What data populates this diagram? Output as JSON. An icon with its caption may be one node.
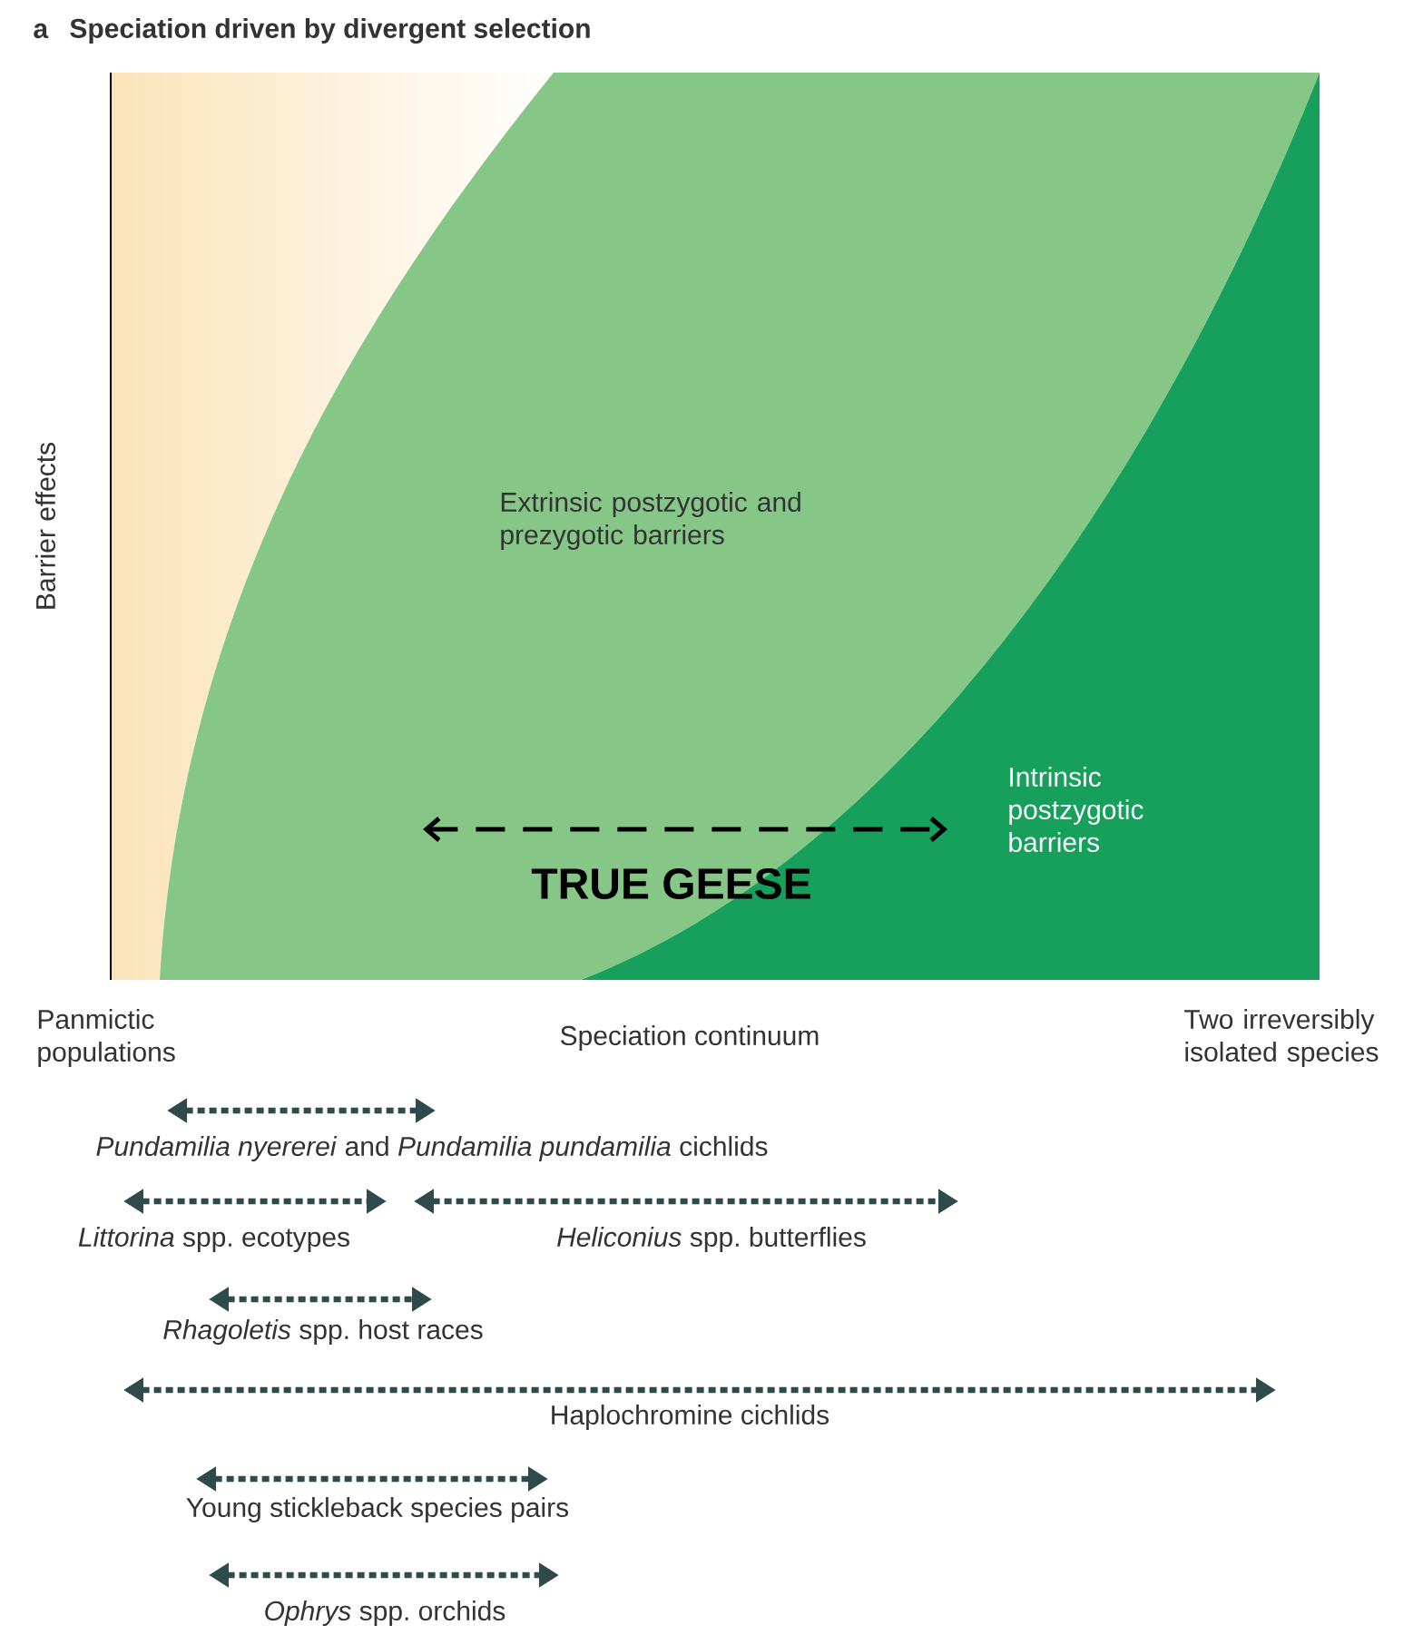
{
  "diagram": {
    "title": "Speciation driven by divergent selection",
    "labels": [
      "a",
      "Barrier effects",
      "Extrinsic postzygotic and prezygotic barriers",
      "Intrinsic postzygotic barriers",
      "TRUE GEESE",
      "Panmictic populations",
      "Speciation continuum",
      "Two irreversibly isolated species",
      "*Pundamilia nyererei* and *Pundamilia pundamilia* cichlids",
      "*Littorina* spp. ecotypes",
      "*Heliconius* spp. butterflies",
      "*Rhagoletis* spp. host races",
      "Haplochromine cichlids",
      "Young stickleback species pairs",
      "*Ophrys* spp. orchids"
    ]
  }
}
